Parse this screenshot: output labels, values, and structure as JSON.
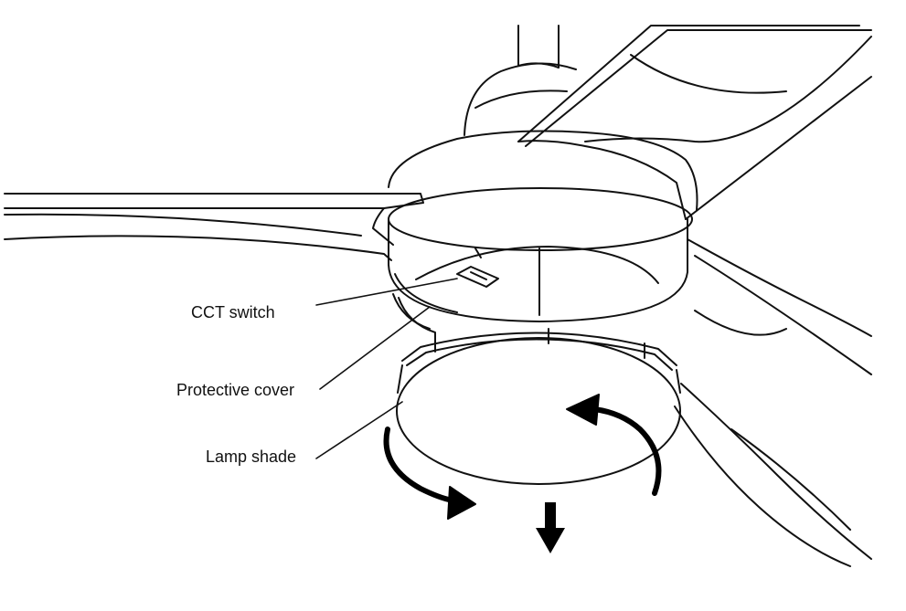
{
  "labels": {
    "cct_switch": "CCT switch",
    "protective_cover": "Protective cover",
    "lamp_shade": "Lamp shade"
  },
  "colors": {
    "line": "#111111",
    "arrow": "#000000",
    "background": "#ffffff"
  },
  "icons": {
    "rotate_arrows": "curved-rotation-arrows",
    "down_arrow": "arrow-down"
  }
}
